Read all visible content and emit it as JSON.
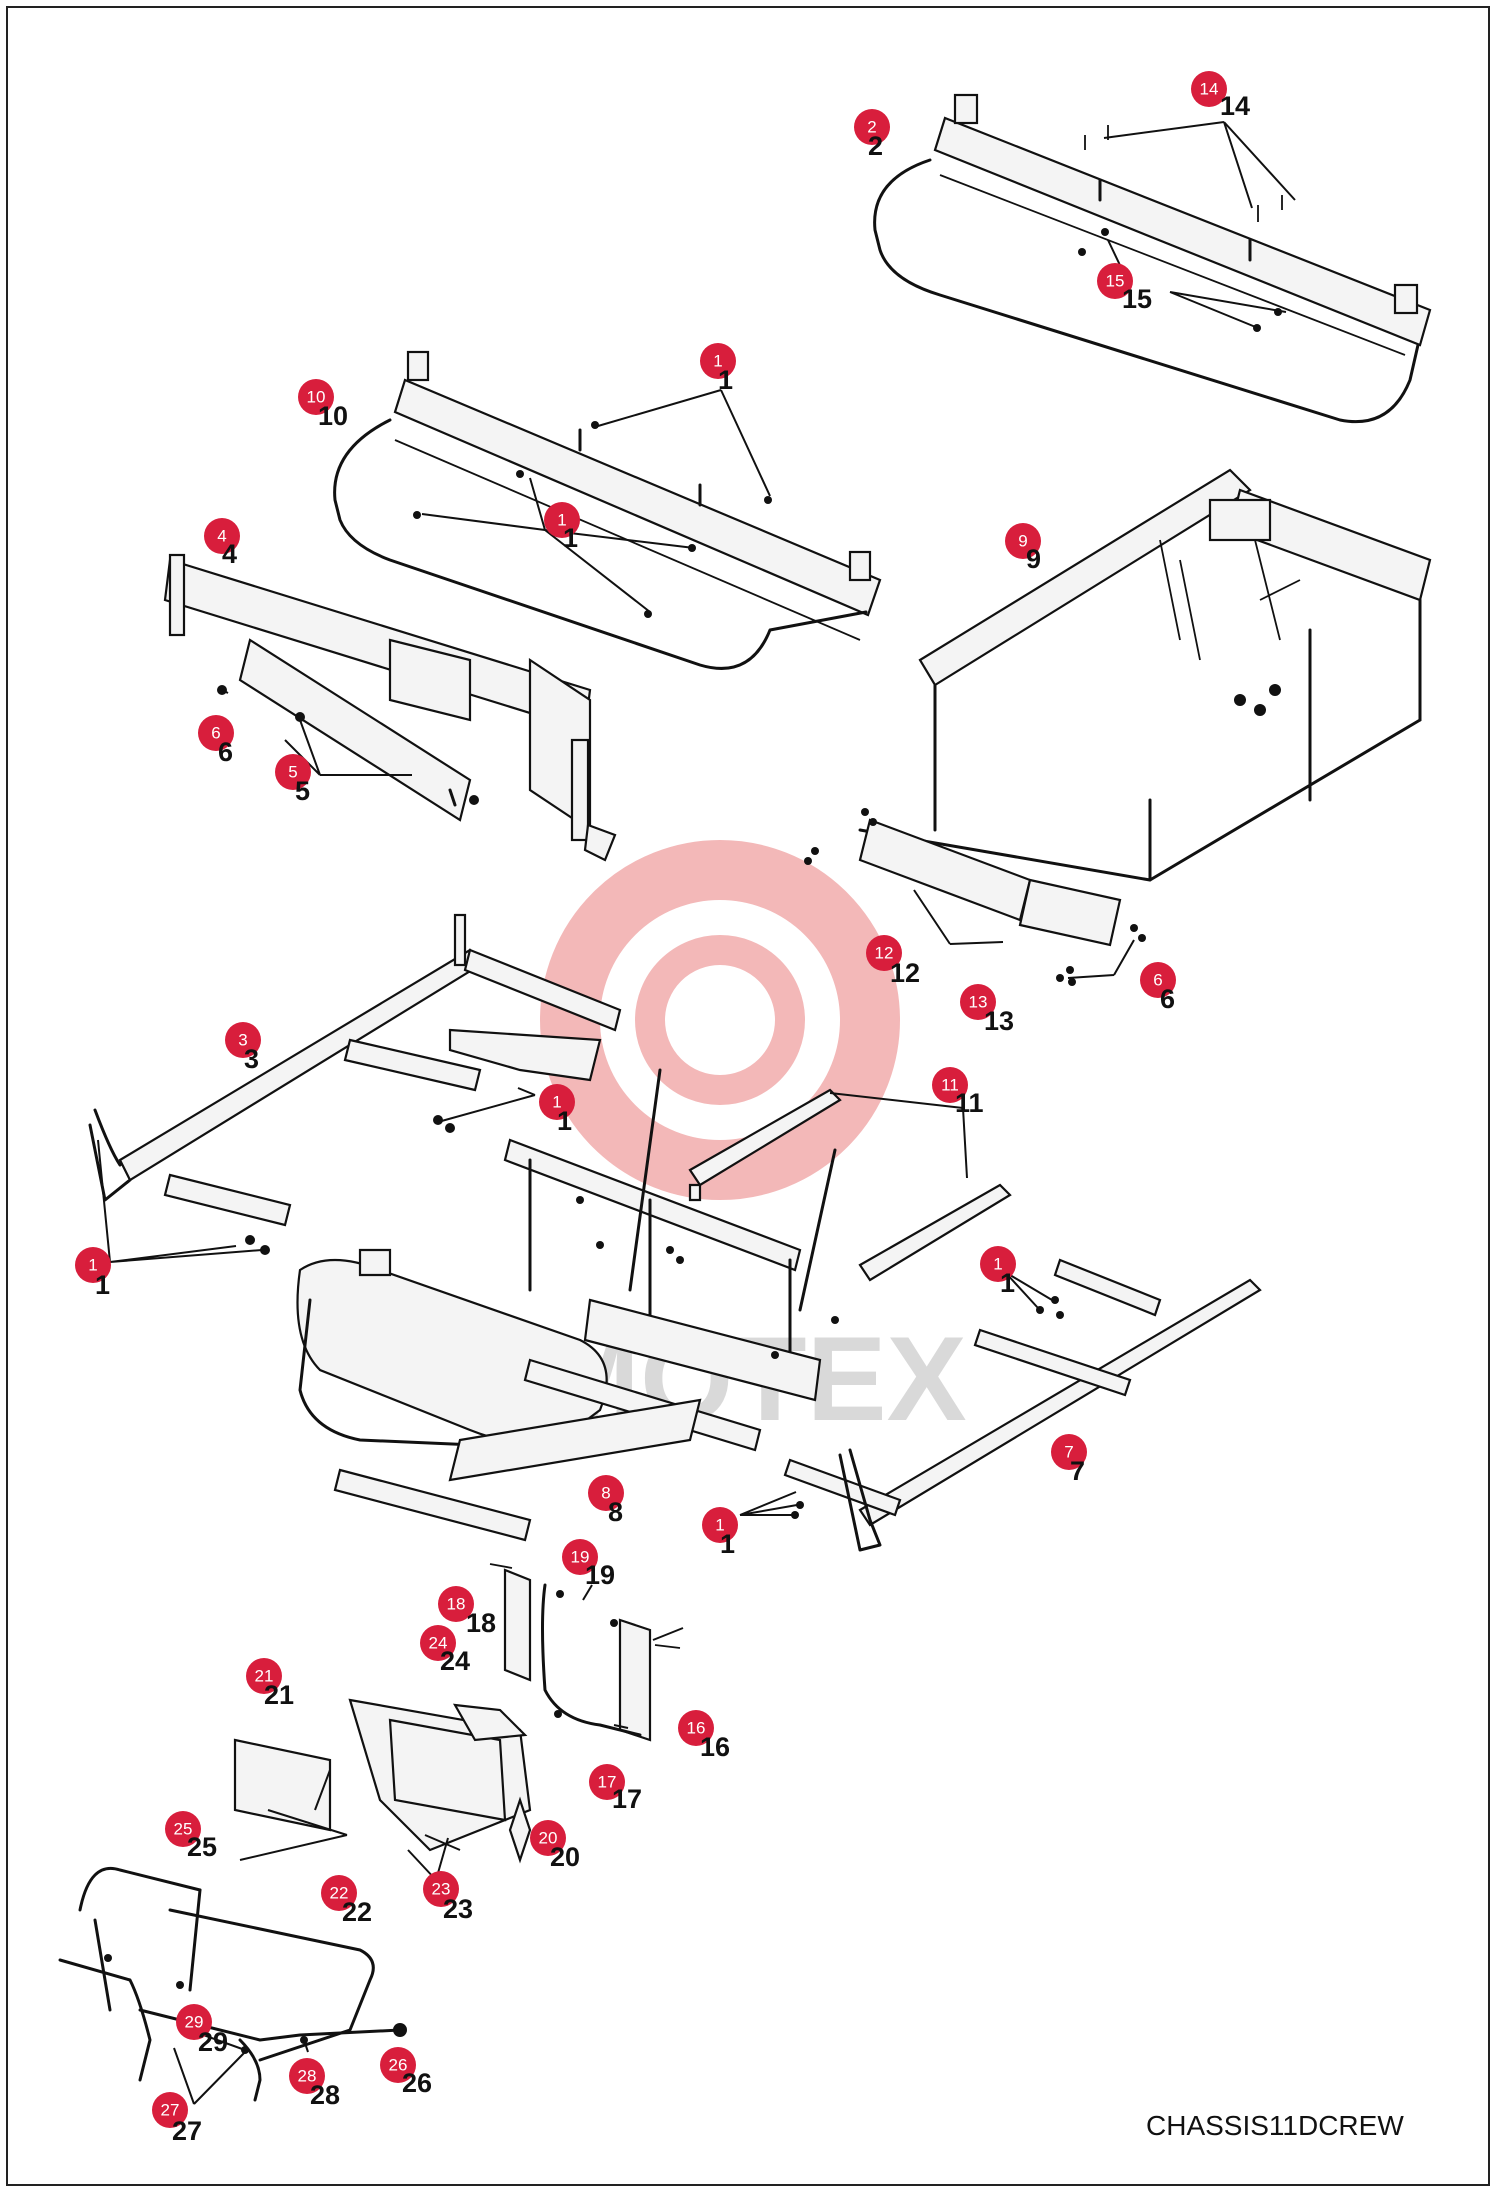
{
  "diagram_code": "CHASSIS11DCREW",
  "watermark": "MOTEX",
  "colors": {
    "callout": "#d81e3c",
    "ink": "#111111",
    "watermark_gear": "#f3b8b8",
    "watermark_text": "#d9d9d9"
  },
  "callouts": [
    {
      "id": "c14",
      "n": "14"
    },
    {
      "id": "c2",
      "n": "2"
    },
    {
      "id": "c15",
      "n": "15"
    },
    {
      "id": "c1a",
      "n": "1"
    },
    {
      "id": "c10",
      "n": "10"
    },
    {
      "id": "c1b",
      "n": "1"
    },
    {
      "id": "c4",
      "n": "4"
    },
    {
      "id": "c9",
      "n": "9"
    },
    {
      "id": "c6a",
      "n": "6"
    },
    {
      "id": "c5",
      "n": "5"
    },
    {
      "id": "c12",
      "n": "12"
    },
    {
      "id": "c6b",
      "n": "6"
    },
    {
      "id": "c13",
      "n": "13"
    },
    {
      "id": "c3",
      "n": "3"
    },
    {
      "id": "c1c",
      "n": "1"
    },
    {
      "id": "c11",
      "n": "11"
    },
    {
      "id": "c1d",
      "n": "1"
    },
    {
      "id": "c1e",
      "n": "1"
    },
    {
      "id": "c7",
      "n": "7"
    },
    {
      "id": "c8",
      "n": "8"
    },
    {
      "id": "c1f",
      "n": "1"
    },
    {
      "id": "c19",
      "n": "19"
    },
    {
      "id": "c18",
      "n": "18"
    },
    {
      "id": "c24",
      "n": "24"
    },
    {
      "id": "c16",
      "n": "16"
    },
    {
      "id": "c21",
      "n": "21"
    },
    {
      "id": "c17",
      "n": "17"
    },
    {
      "id": "c20",
      "n": "20"
    },
    {
      "id": "c25",
      "n": "25"
    },
    {
      "id": "c22",
      "n": "22"
    },
    {
      "id": "c23",
      "n": "23"
    },
    {
      "id": "c29",
      "n": "29"
    },
    {
      "id": "c26",
      "n": "26"
    },
    {
      "id": "c28",
      "n": "28"
    },
    {
      "id": "c27",
      "n": "27"
    }
  ]
}
